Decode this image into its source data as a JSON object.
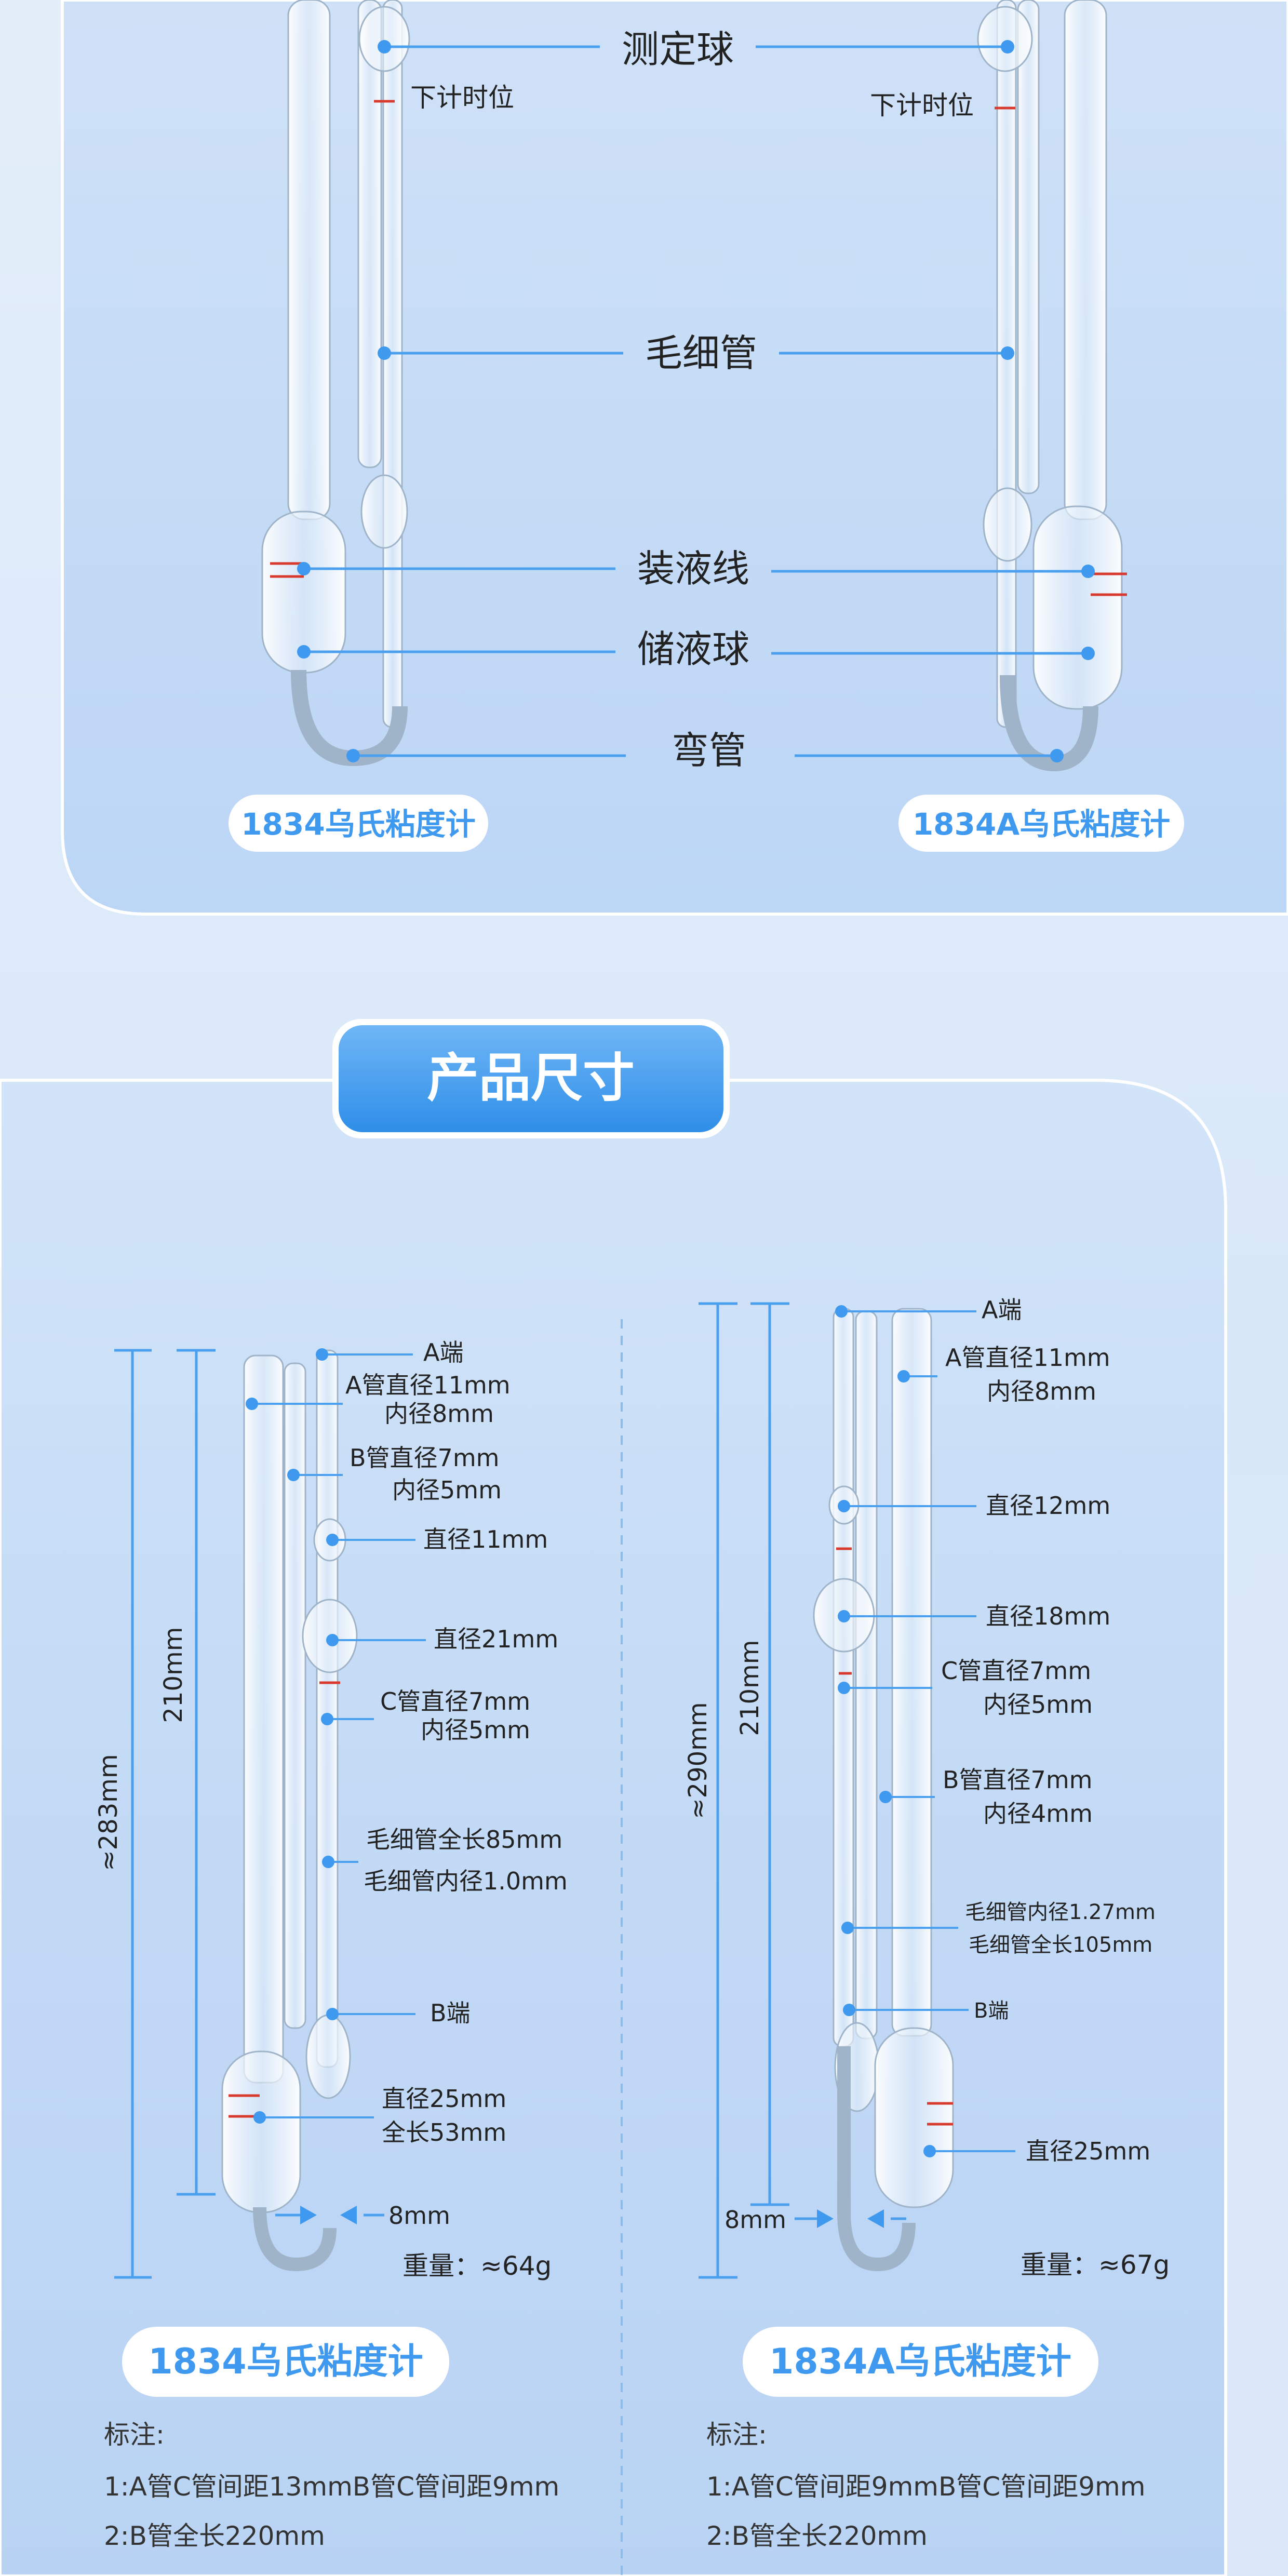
{
  "top_panel": {
    "labels": {
      "bulb": "测定球",
      "lower_timing": "下计时位",
      "capillary": "毛细管",
      "fill_line": "装液线",
      "reservoir": "储液球",
      "bend": "弯管"
    },
    "left_model": "1834乌氏粘度计",
    "right_model": "1834A乌氏粘度计"
  },
  "section_title": "产品尺寸",
  "left_instrument": {
    "model": "1834乌氏粘度计",
    "height_total": "≈283mm",
    "height_inner": "210mm",
    "labels": {
      "a_end": "A端",
      "a_tube_1": "A管直径11mm",
      "a_tube_2": "内径8mm",
      "b_tube_1": "B管直径7mm",
      "b_tube_2": "内径5mm",
      "dia11": "直径11mm",
      "dia21": "直径21mm",
      "c_tube_1": "C管直径7mm",
      "c_tube_2": "内径5mm",
      "cap_len": "毛细管全长85mm",
      "cap_id": "毛细管内径1.0mm",
      "b_end": "B端",
      "dia25": "直径25mm",
      "len53": "全长53mm",
      "gap": "8mm"
    },
    "weight": "重量：≈64g",
    "notes_title": "标注:",
    "notes": [
      "1:A管C管间距13mmB管C管间距9mm",
      "2:B管全长220mm"
    ]
  },
  "right_instrument": {
    "model": "1834A乌氏粘度计",
    "height_total": "≈290mm",
    "height_inner": "210mm",
    "labels": {
      "a_end": "A端",
      "a_tube_1": "A管直径11mm",
      "a_tube_2": "内径8mm",
      "dia12": "直径12mm",
      "dia18": "直径18mm",
      "c_tube_1": "C管直径7mm",
      "c_tube_2": "内径5mm",
      "b_tube_1": "B管直径7mm",
      "b_tube_2": "内径4mm",
      "cap_id": "毛细管内径1.27mm",
      "cap_len": "毛细管全长105mm",
      "b_end": "B端",
      "dia25": "直径25mm",
      "gap": "8mm"
    },
    "weight": "重量：≈67g",
    "notes_title": "标注:",
    "notes": [
      "1:A管C管间距9mmB管C管间距9mm",
      "2:B管全长220mm"
    ]
  }
}
